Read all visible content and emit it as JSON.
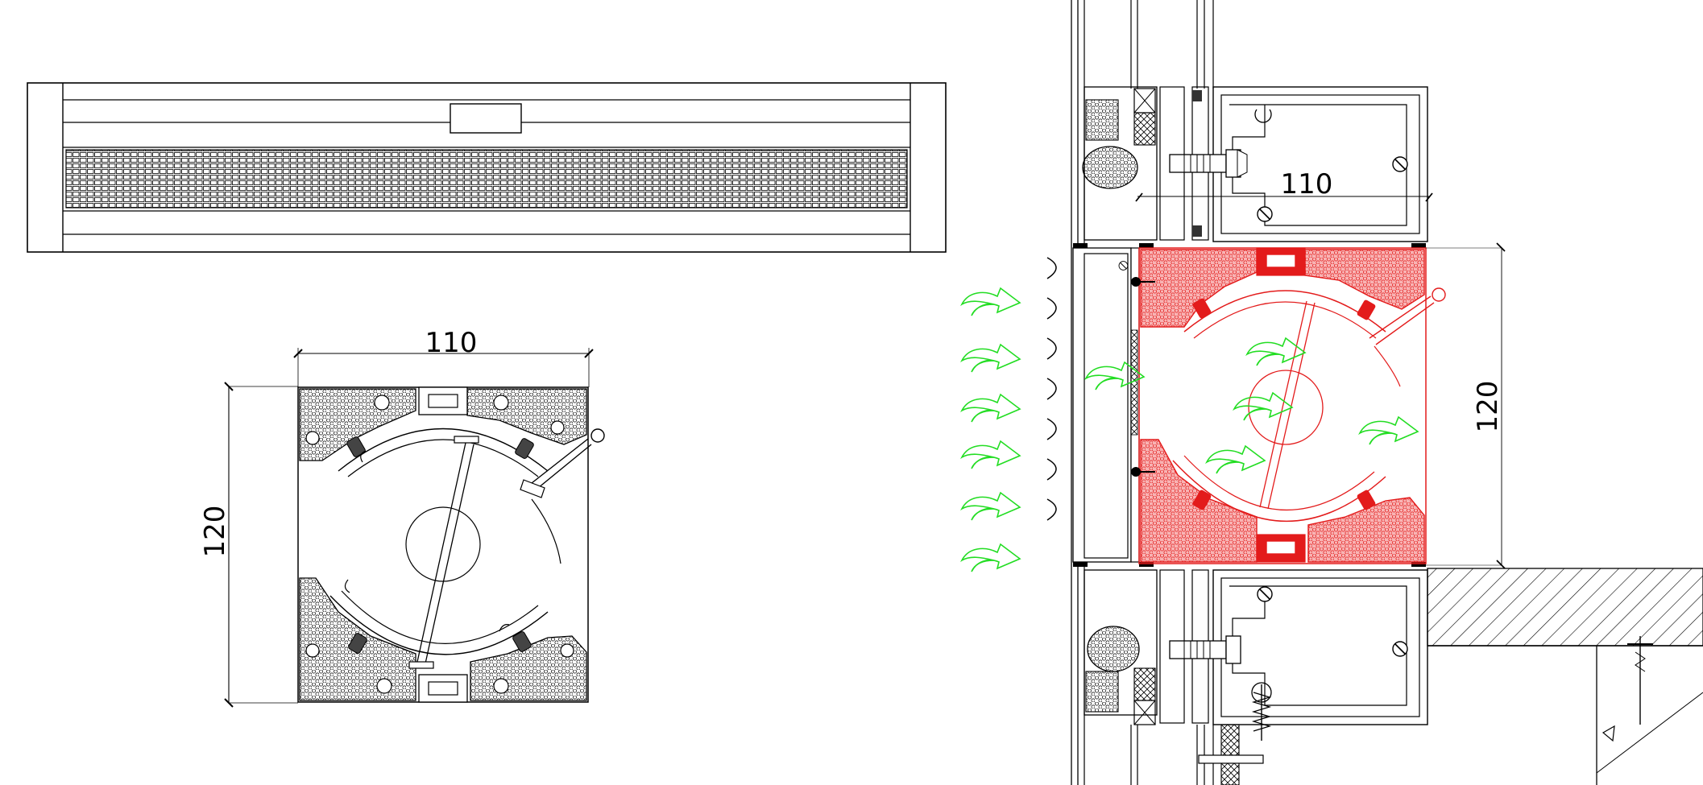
{
  "dimensions": {
    "front_width": "110",
    "front_height": "120",
    "section_width": "110",
    "section_height": "120"
  },
  "colors": {
    "line": "#000000",
    "airflow": "#22dd22",
    "highlight": "#ee1c1c",
    "background": "#ffffff"
  },
  "icons": [
    "airflow-arrow-icon",
    "screw-icon",
    "hex-bolt-icon",
    "wood-nail-icon"
  ]
}
